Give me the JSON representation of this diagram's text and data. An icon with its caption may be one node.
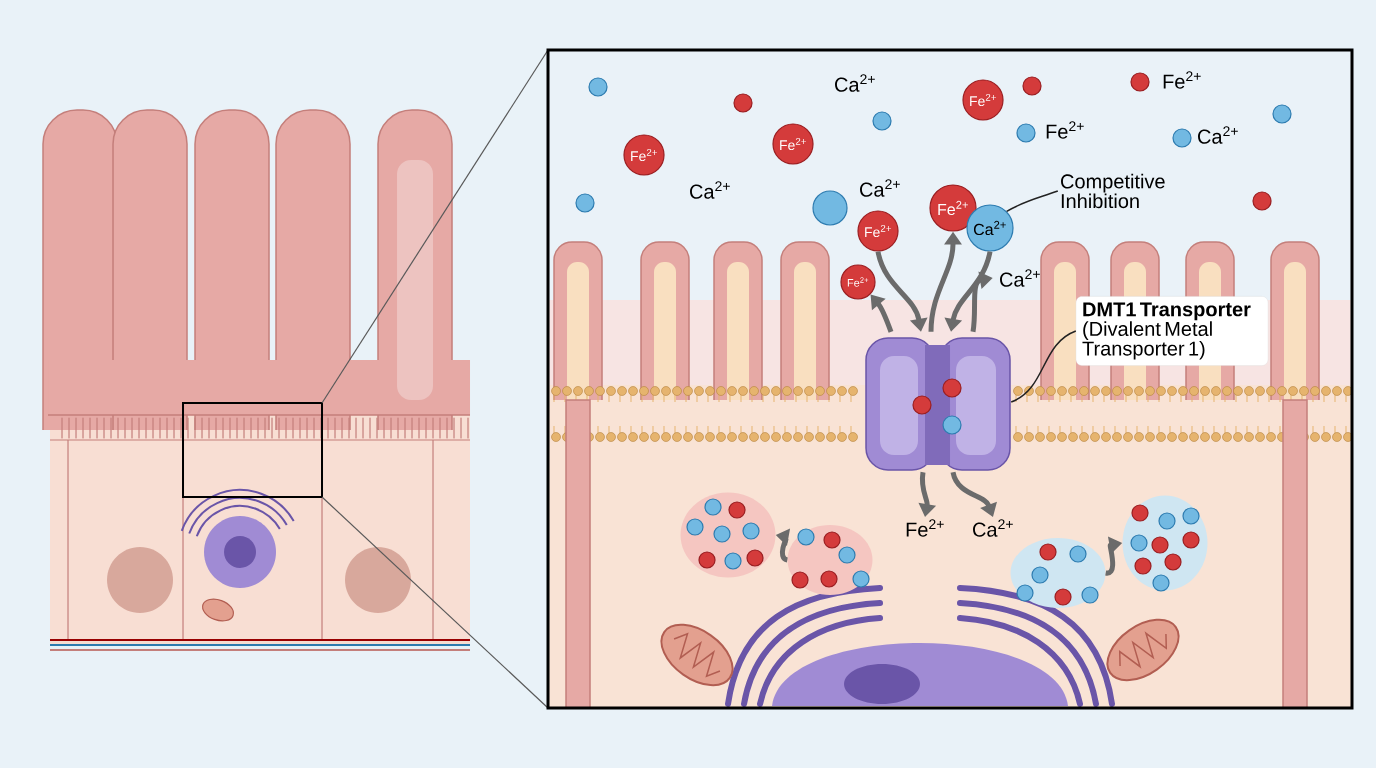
{
  "diagram": {
    "nodes": [
      {
        "text": [
          "Fe$^{2+}$"
        ]
      },
      {
        "text": [
          "Fe$^{2+}$"
        ]
      },
      {
        "text": [
          "Fe$^{2+}$"
        ]
      },
      {
        "text": [
          "Competitive Inhibition"
        ]
      },
      {
        "text": [
          "Fe$^{2+}$"
        ]
      },
      {
        "text": [
          "Ca$^{2+}$"
        ]
      },
      {
        "text": [
          "Fe$^{2+}$"
        ]
      },
      {
        "text": [
          "Fe$^{2+}$"
        ]
      },
      {
        "text": [
          "Ca$^{2+}$"
        ]
      },
      {
        "text": [
          "DMT1 Transporter",
          "(Divalent Metal Transporter 1)"
        ]
      },
      {
        "text": [],
        "shape": "picture"
      },
      {
        "text": [
          "Fe$^{2+}$"
        ]
      },
      {
        "text": [
          "Ca$^{2+}$"
        ]
      },
      {
        "text": [],
        "shape": "cloud"
      },
      {
        "text": [],
        "shape": "cloud"
      },
      {
        "text": [],
        "shape": "cloud"
      },
      {
        "text": [],
        "shape": "cloud"
      }
    ],
    "edges": [
      {
        "from": 3,
        "to": 5,
        "arrow": "none",
        "color": "#222222"
      },
      {
        "from": 9,
        "to": 10,
        "arrow": "none",
        "color": "#222222"
      },
      {
        "from": 6,
        "to": 10,
        "arrow": "to"
      },
      {
        "from": 5,
        "to": 10,
        "arrow": "to"
      },
      {
        "from": 10,
        "to": 7,
        "arrow": "to"
      },
      {
        "from": 10,
        "to": 4,
        "arrow": "to"
      },
      {
        "from": 10,
        "to": 8,
        "arrow": "to"
      },
      {
        "from": 10,
        "to": 11,
        "arrow": "to"
      },
      {
        "from": 10,
        "to": 12,
        "arrow": "to"
      },
      {
        "from": 14,
        "to": 13,
        "arrow": "to"
      },
      {
        "from": 15,
        "to": 16,
        "arrow": "to"
      }
    ],
    "labels": [
      "Ca$^{2+}$",
      "Fe$^{2+}$",
      "Fe$^{2+}$",
      "Ca$^{2+}$",
      "Ca$^{2+}$",
      "Ca$^{2+}$"
    ]
  }
}
